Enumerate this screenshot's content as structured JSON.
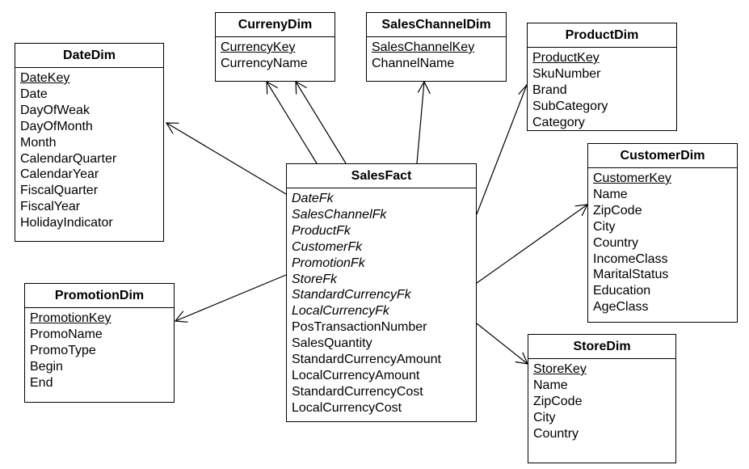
{
  "tables": {
    "currency": {
      "title": "CurrenyDim",
      "attributes": [
        "CurrencyKey",
        "CurrencyName"
      ],
      "primary_key": "CurrencyKey"
    },
    "sales_channel": {
      "title": "SalesChannelDim",
      "attributes": [
        "SalesChannelKey",
        "ChannelName"
      ],
      "primary_key": "SalesChannelKey"
    },
    "product": {
      "title": "ProductDim",
      "attributes": [
        "ProductKey",
        "SkuNumber",
        "Brand",
        "SubCategory",
        "Category"
      ],
      "primary_key": "ProductKey"
    },
    "date": {
      "title": "DateDim",
      "attributes": [
        "DateKey",
        "Date",
        "DayOfWeak",
        "DayOfMonth",
        "Month",
        "CalendarQuarter",
        "CalendarYear",
        "FiscalQuarter",
        "FiscalYear",
        "HolidayIndicator"
      ],
      "primary_key": "DateKey"
    },
    "customer": {
      "title": "CustomerDim",
      "attributes": [
        "CustomerKey",
        "Name",
        "ZipCode",
        "City",
        "Country",
        "IncomeClass",
        "MaritalStatus",
        "Education",
        "AgeClass"
      ],
      "primary_key": "CustomerKey"
    },
    "sales_fact": {
      "title": "SalesFact",
      "attributes": [
        "DateFk",
        "SalesChannelFk",
        "ProductFk",
        "CustomerFk",
        "PromotionFk",
        "StoreFk",
        "StandardCurrencyFk",
        "LocalCurrencyFk",
        "PosTransactionNumber",
        "SalesQuantity",
        "StandardCurrencyAmount",
        "LocalCurrencyAmount",
        "StandardCurrencyCost",
        "LocalCurrencyCost"
      ],
      "foreign_keys": [
        "DateFk",
        "SalesChannelFk",
        "ProductFk",
        "CustomerFk",
        "PromotionFk",
        "StoreFk",
        "StandardCurrencyFk",
        "LocalCurrencyFk"
      ]
    },
    "promotion": {
      "title": "PromotionDim",
      "attributes": [
        "PromotionKey",
        "PromoName",
        "PromoType",
        "Begin",
        "End"
      ],
      "primary_key": "PromotionKey"
    },
    "store": {
      "title": "StoreDim",
      "attributes": [
        "StoreKey",
        "Name",
        "ZipCode",
        "City",
        "Country"
      ],
      "primary_key": "StoreKey"
    }
  },
  "relationships": [
    {
      "from": "sales_fact",
      "to": "date"
    },
    {
      "from": "sales_fact",
      "to": "currency"
    },
    {
      "from": "sales_fact",
      "to": "currency"
    },
    {
      "from": "sales_fact",
      "to": "sales_channel"
    },
    {
      "from": "sales_fact",
      "to": "product"
    },
    {
      "from": "sales_fact",
      "to": "customer"
    },
    {
      "from": "sales_fact",
      "to": "promotion"
    },
    {
      "from": "sales_fact",
      "to": "store"
    }
  ]
}
